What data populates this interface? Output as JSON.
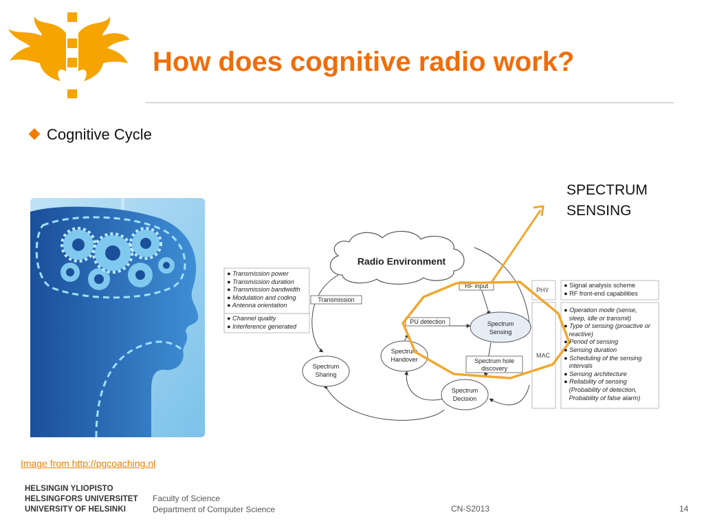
{
  "slide": {
    "title": "How does cognitive radio work?",
    "bullet": "Cognitive Cycle",
    "image_credit": "Image from http://pgcoaching.nl",
    "callout_line1": "SPECTRUM",
    "callout_line2": "SENSING"
  },
  "diagram": {
    "radio_environment": "Radio Environment",
    "transmission": "Transmission",
    "rf_input": "RF input",
    "pu_detection": "PU detection",
    "spectrum_sensing_1": "Spectrum",
    "spectrum_sensing_2": "Sensing",
    "spectrum_handover_1": "Spectrum",
    "spectrum_handover_2": "Handover",
    "spectrum_sharing_1": "Spectrum",
    "spectrum_sharing_2": "Sharing",
    "spectrum_decision_1": "Spectrum",
    "spectrum_decision_2": "Decision",
    "hole_discovery_1": "Spectrum hole",
    "hole_discovery_2": "discovery",
    "phy": "PHY",
    "mac": "MAC",
    "transmission_params": [
      "Transmission power",
      "Transmission duration",
      "Transmission bandwidth",
      "Modulation and coding",
      "Antenna orientation"
    ],
    "channel_params": [
      "Channel quality",
      "Interference generated"
    ],
    "phy_items": [
      "Signal analysis scheme",
      "RF front-end capabilities"
    ],
    "mac_items": [
      "Operation mode (sense,",
      "sleep, idle or transmit)",
      "Type of sensing (proactive or",
      "reactive)",
      "Period of sensing",
      "Sensing duration",
      "Scheduling of the sensing",
      "intervals",
      "Sensing architecture",
      "Reliability of sensing",
      "(Probability of detection,",
      "Probability of false alarm)"
    ],
    "mac_bullet_rows": [
      0,
      2,
      4,
      5,
      6,
      8,
      9
    ]
  },
  "footer": {
    "uni_line1": "HELSINGIN YLIOPISTO",
    "uni_line2": "HELSINGFORS UNIVERSITET",
    "uni_line3": "UNIVERSITY OF HELSINKI",
    "faculty": "Faculty of Science",
    "department": "Department of Computer Science",
    "course": "CN-S2013",
    "page": "14"
  },
  "colors": {
    "brand_orange": "#f07d00",
    "title_orange": "#f06d0a",
    "callout_orange": "#f0a830"
  },
  "icons": [
    "flame-logo",
    "diamond-bullet",
    "brain-gears-illustration"
  ]
}
